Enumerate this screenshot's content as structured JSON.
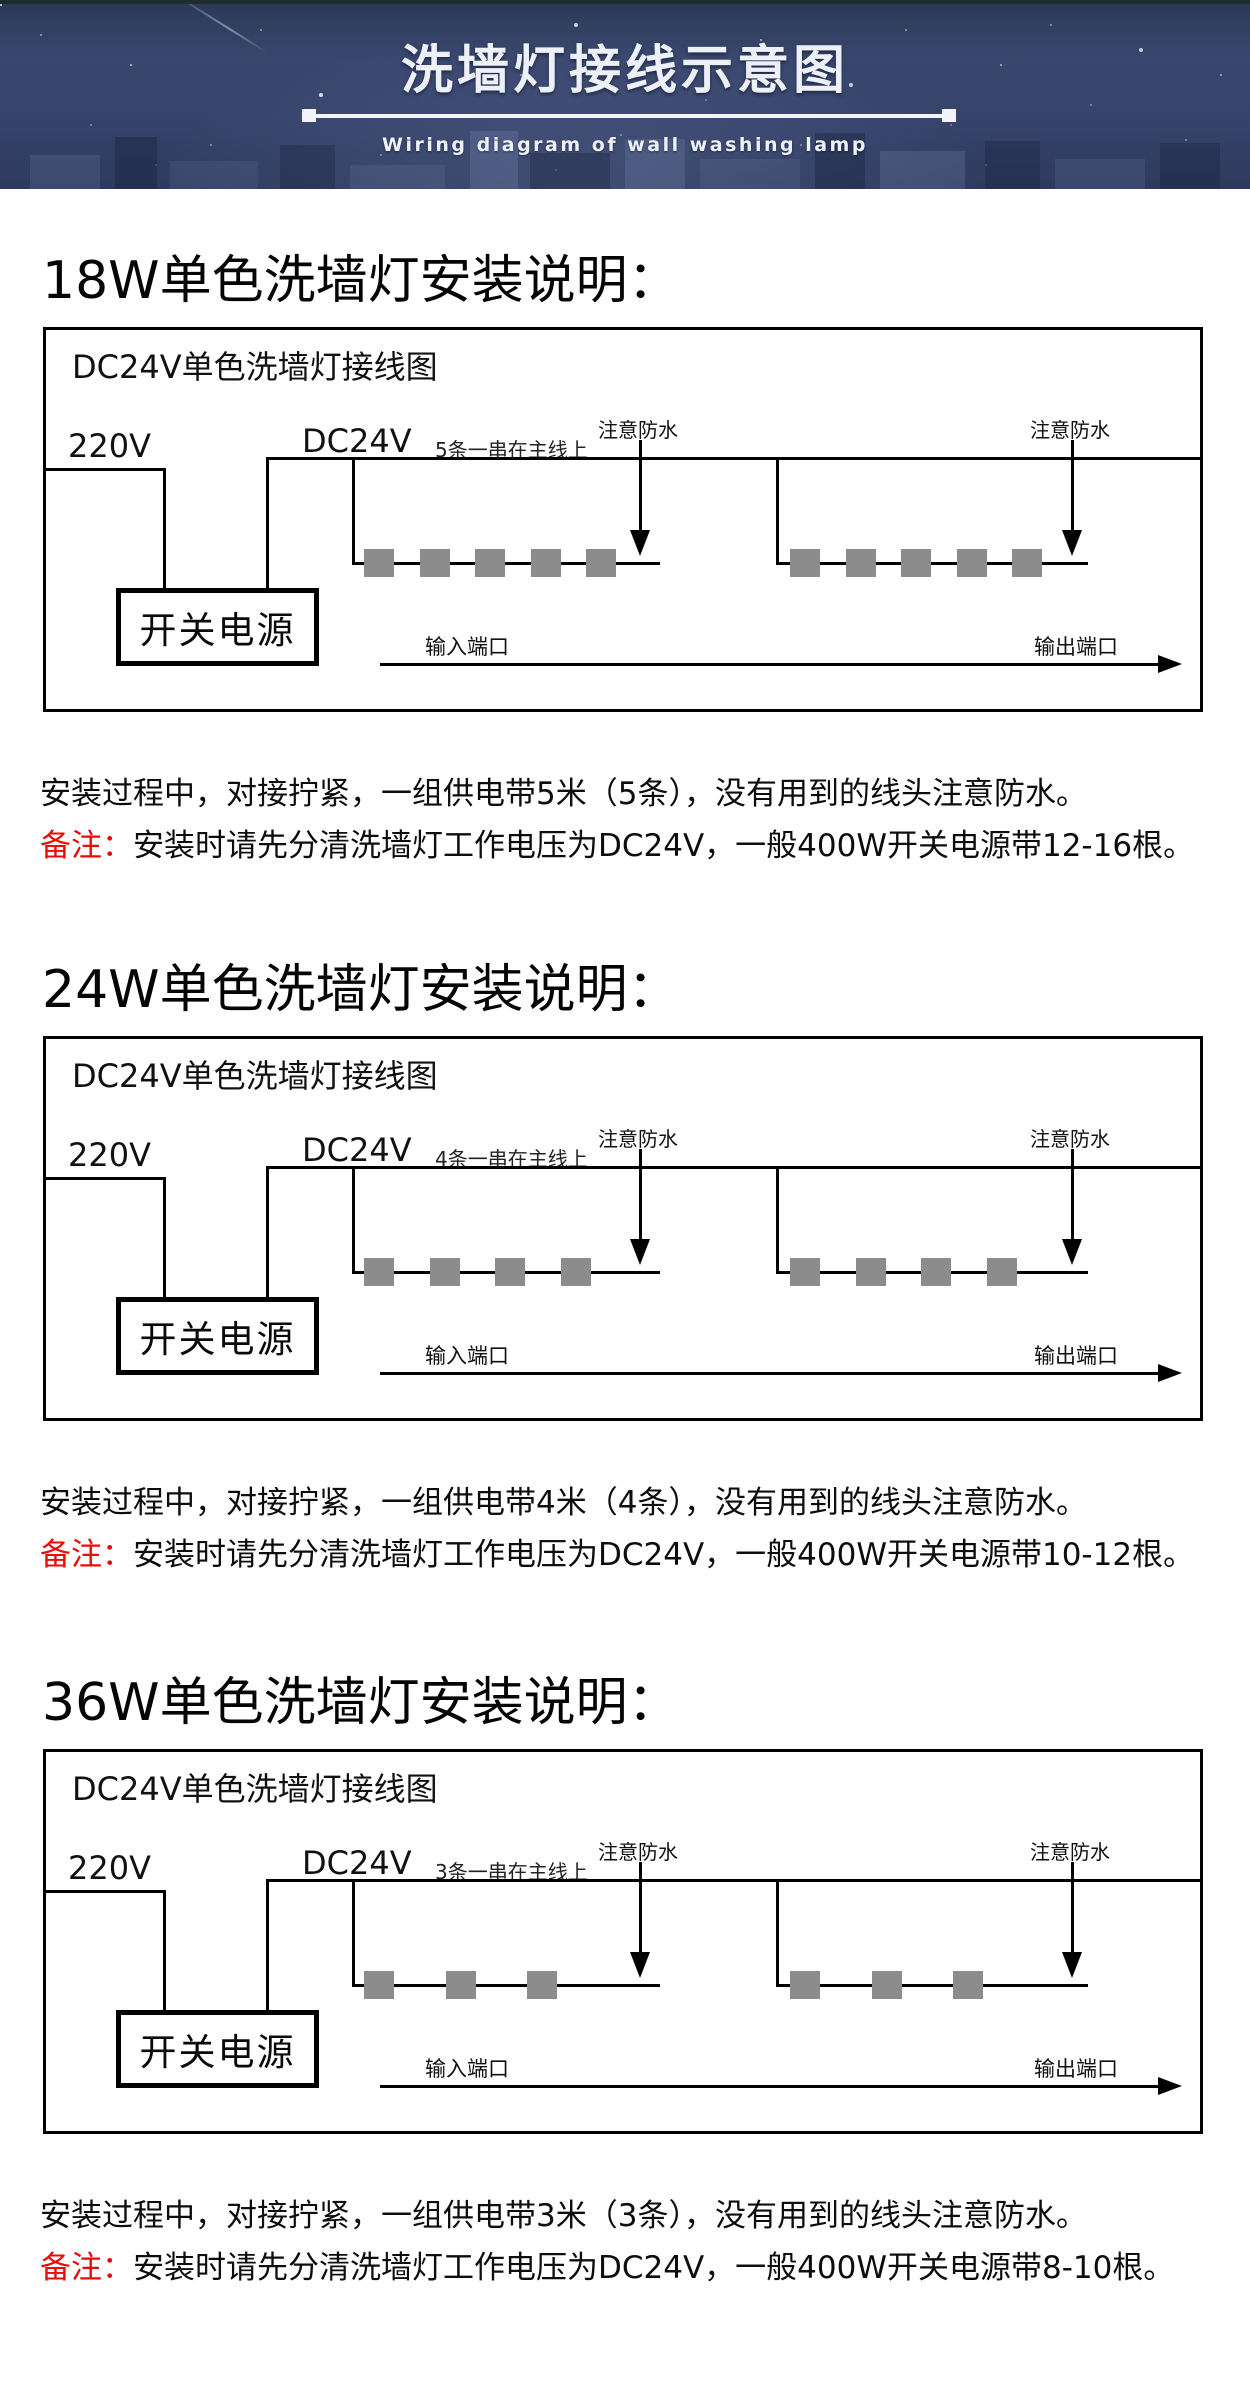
{
  "header": {
    "title": "洗墙灯接线示意图",
    "subtitle": "Wiring diagram of wall washing lamp",
    "bg_color": "#36436b",
    "text_color": "#edf0f7"
  },
  "shared_labels": {
    "mains_voltage": "220V",
    "dc_voltage": "DC24V",
    "waterproof_note": "注意防水",
    "input_port": "输入端口",
    "output_port": "输出端口",
    "psu_label": "开关电源"
  },
  "colors": {
    "line_black": "#000000",
    "lamp_gray": "#8c8c8c",
    "note_red": "#ee0a0a"
  },
  "sections": [
    {
      "title": "18W单色洗墙灯安装说明：",
      "box_label": "DC24V单色洗墙灯接线图",
      "series_note": "5条一串在主线上",
      "lamps_per_group": 5,
      "groups": 2,
      "note_line1": "安装过程中，对接拧紧，一组供电带5米（5条），没有用到的线头注意防水。",
      "note_prefix": "备注：",
      "note_line2": "安装时请先分清洗墙灯工作电压为DC24V，一般400W开关电源带12-16根。"
    },
    {
      "title": "24W单色洗墙灯安装说明：",
      "box_label": "DC24V单色洗墙灯接线图",
      "series_note": "4条一串在主线上",
      "lamps_per_group": 4,
      "groups": 2,
      "note_line1": "安装过程中，对接拧紧，一组供电带4米（4条），没有用到的线头注意防水。",
      "note_prefix": "备注：",
      "note_line2": "安装时请先分清洗墙灯工作电压为DC24V，一般400W开关电源带10-12根。"
    },
    {
      "title": "36W单色洗墙灯安装说明：",
      "box_label": "DC24V单色洗墙灯接线图",
      "series_note": "3条一串在主线上",
      "lamps_per_group": 3,
      "groups": 2,
      "note_line1": "安装过程中，对接拧紧，一组供电带3米（3条），没有用到的线头注意防水。",
      "note_prefix": "备注：",
      "note_line2": "安装时请先分清洗墙灯工作电压为DC24V，一般400W开关电源带8-10根。"
    }
  ]
}
